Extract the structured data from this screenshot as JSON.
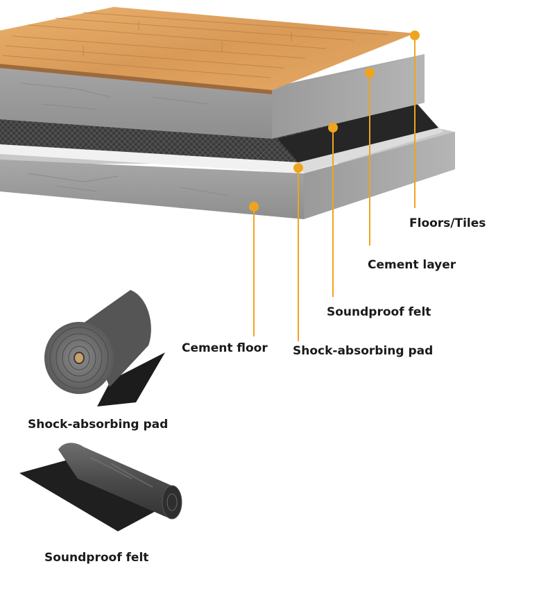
{
  "colors": {
    "leader": "#f0a41e",
    "wood_light": "#e7ad6a",
    "wood_dark": "#c7864a",
    "cement_top": "#b9b9b9",
    "cement_front": "#9e9e9e",
    "felt_dark": "#2b2b2b",
    "pad_white": "#e8e8e8",
    "roll_gray": "#6b6b6b"
  },
  "labels": {
    "floors_tiles": "Floors/Tiles",
    "cement_layer": "Cement layer",
    "soundproof_felt": "Soundproof felt",
    "shock_absorbing_pad": "Shock-absorbing pad",
    "cement_floor": "Cement floor"
  },
  "products": {
    "pad_caption": "Shock-absorbing pad",
    "felt_caption": "Soundproof felt"
  },
  "icons": [
    "leader-dot-icon",
    "pad-roll-icon",
    "felt-roll-icon"
  ]
}
